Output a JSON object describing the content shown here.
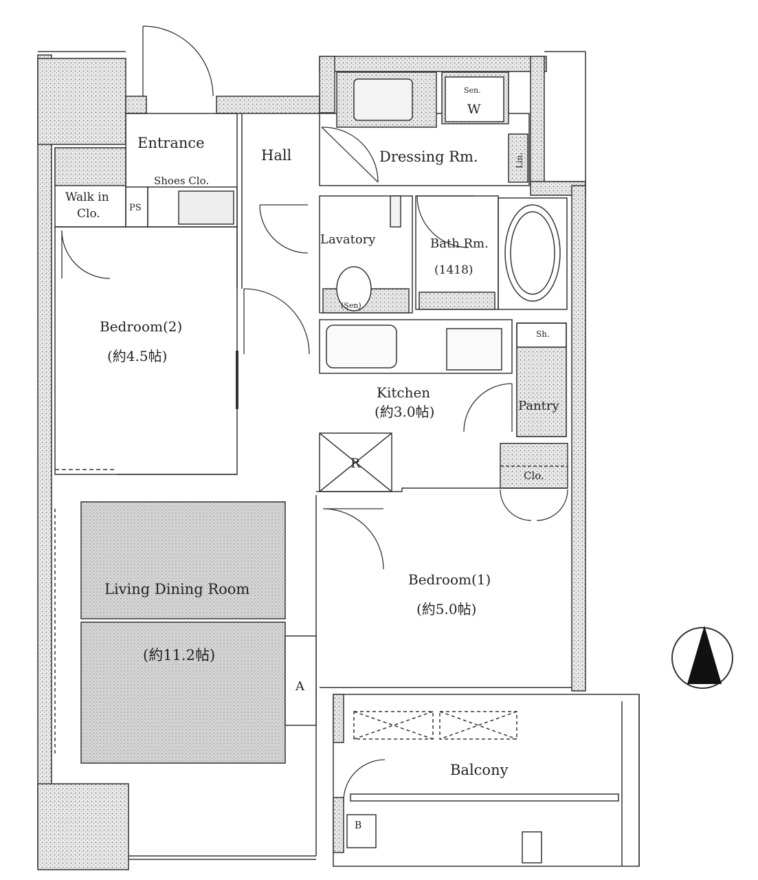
{
  "rooms": {
    "entrance": "Entrance",
    "hall": "Hall",
    "dressing": "Dressing Rm.",
    "walk_in_closet_line1": "Walk in",
    "walk_in_closet_line2": "Clo.",
    "ps": "PS",
    "shoes_closet": "Shoes Clo.",
    "lavatory": "Lavatory",
    "bath": "Bath Rm.",
    "bath_size": "(1418)",
    "bedroom2": "Bedroom(2)",
    "bedroom2_size": "(約4.5帖)",
    "kitchen": "Kitchen",
    "kitchen_size": "(約3.0帖)",
    "pantry": "Pantry",
    "closet": "Clo.",
    "refrigerator": "R",
    "living": "Living Dining Room",
    "living_size": "(約11.2帖)",
    "bedroom1": "Bedroom(1)",
    "bedroom1_size": "(約5.0帖)",
    "balcony": "Balcony"
  },
  "fixtures": {
    "washer": "W",
    "linen": "Lin.",
    "shelf": "Sh.",
    "aircon": "A",
    "box": "B",
    "sensor_lav": "(Sen)",
    "sensor_ws": "Sen."
  }
}
